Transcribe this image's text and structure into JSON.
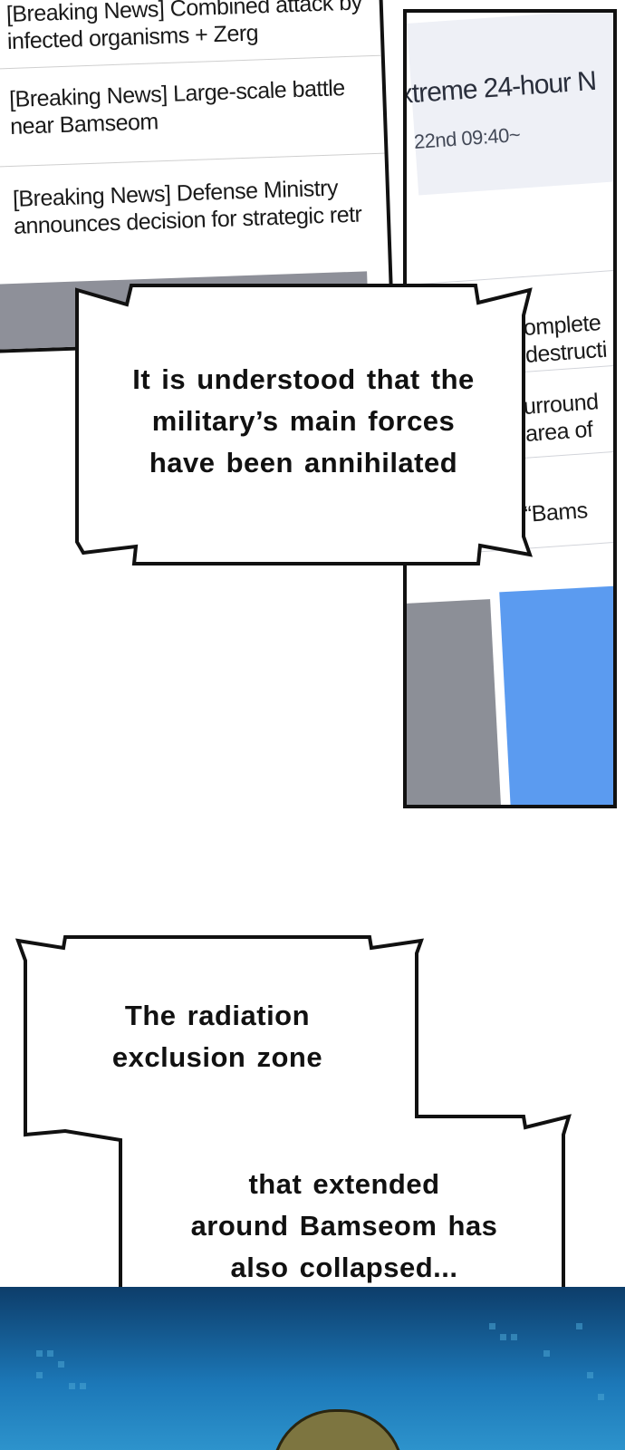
{
  "news_list": {
    "items": [
      {
        "line1": "[Breaking News] Combined attack by",
        "line2": "infected organisms + Zerg"
      },
      {
        "line1": "[Breaking News] Large-scale battle",
        "line2": "near Bamseom"
      },
      {
        "line1": "[Breaking News] Defense Ministry",
        "line2": "announces decision for strategic retr"
      }
    ]
  },
  "side_panel": {
    "title": "xtreme 24-hour N",
    "date": "22nd 09:40~",
    "rows": [
      {
        "line1": "omplete",
        "line2": "destructi"
      },
      {
        "line1": "urround",
        "line2": "area of"
      },
      {
        "line1": "“Bams"
      }
    ]
  },
  "captions": {
    "box1": {
      "line1": "It is understood that the",
      "line2": "military’s main forces",
      "line3": "have been annihilated"
    },
    "box2": {
      "line1": "The radiation",
      "line2": "exclusion zone"
    },
    "box3": {
      "line1": "that extended",
      "line2": "around Bamseom has",
      "line3": "also collapsed..."
    }
  },
  "colors": {
    "scene_blue": "#1c78b8",
    "panel_blue": "#5b9bf0",
    "panel_grey": "#8e9099"
  }
}
